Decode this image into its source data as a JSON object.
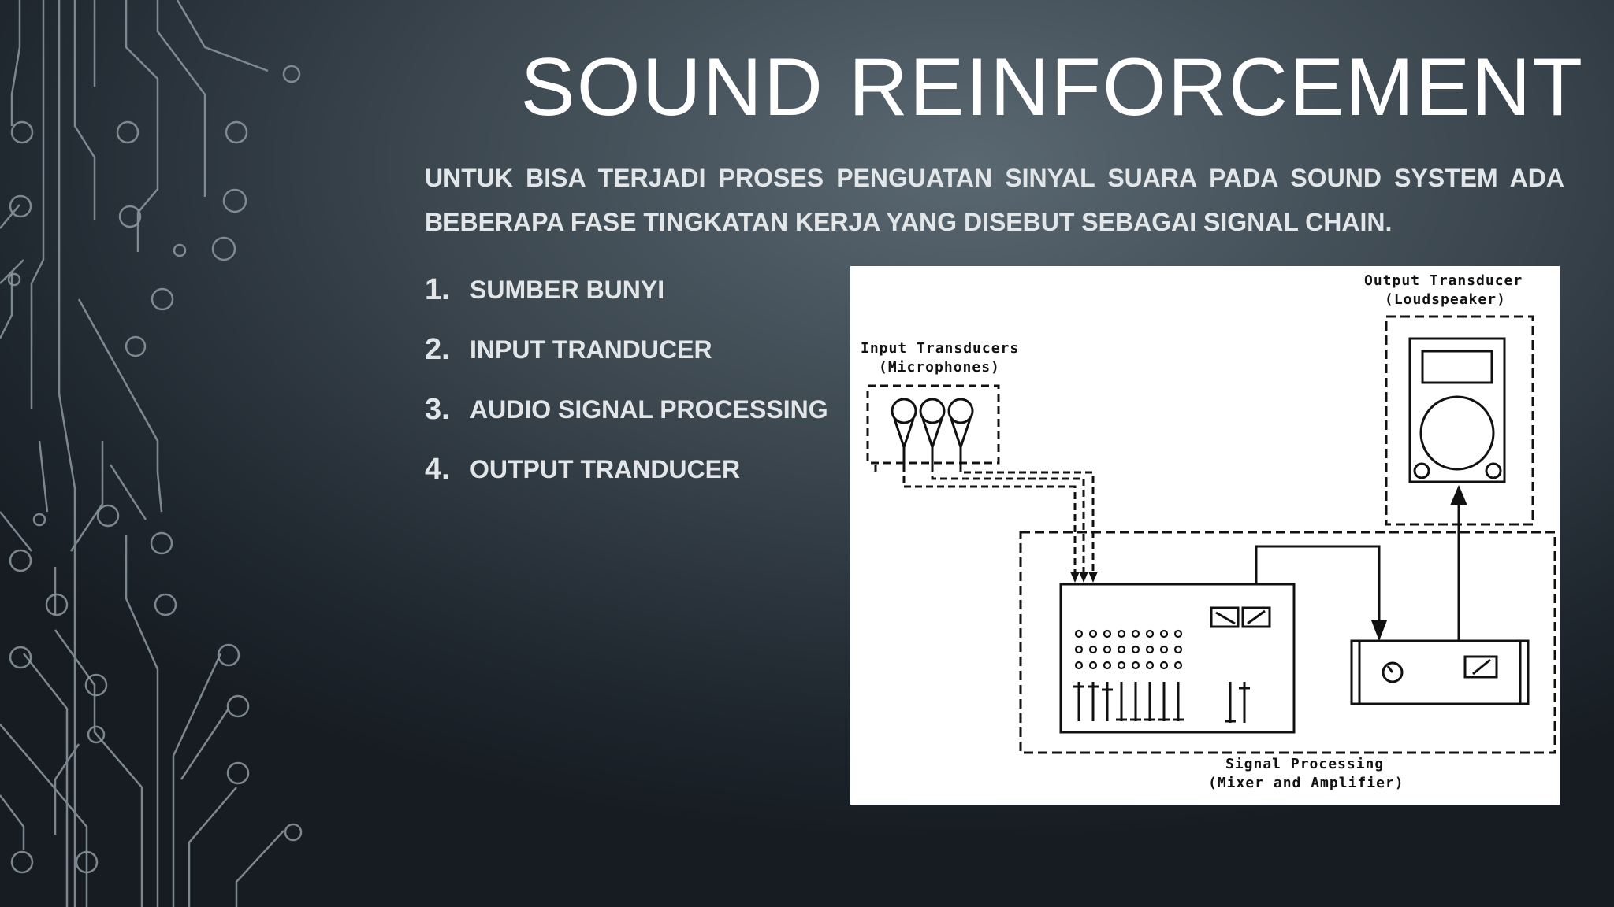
{
  "slide": {
    "title": "SOUND REINFORCEMENT",
    "intro": "UNTUK BISA TERJADI PROSES PENGUATAN SINYAL SUARA PADA SOUND SYSTEM ADA BEBERAPA FASE TINGKATAN KERJA YANG DISEBUT SEBAGAI SIGNAL CHAIN.",
    "steps": [
      {
        "num": "1.",
        "label": "SUMBER BUNYI"
      },
      {
        "num": "2.",
        "label": "INPUT TRANDUCER"
      },
      {
        "num": "3.",
        "label": "AUDIO SIGNAL PROCESSING"
      },
      {
        "num": "4.",
        "label": "OUTPUT TRANDUCER"
      }
    ]
  },
  "diagram": {
    "input_label_1": "Input Transducers",
    "input_label_2": "(Microphones)",
    "output_label_1": "Output Transducer",
    "output_label_2": "(Loudspeaker)",
    "processing_label_1": "Signal Processing",
    "processing_label_2": "(Mixer and Amplifier)"
  },
  "colors": {
    "background": "#3b464e",
    "circuit": "#8a969e",
    "text": "#e3e6e8",
    "title": "#ffffff"
  }
}
